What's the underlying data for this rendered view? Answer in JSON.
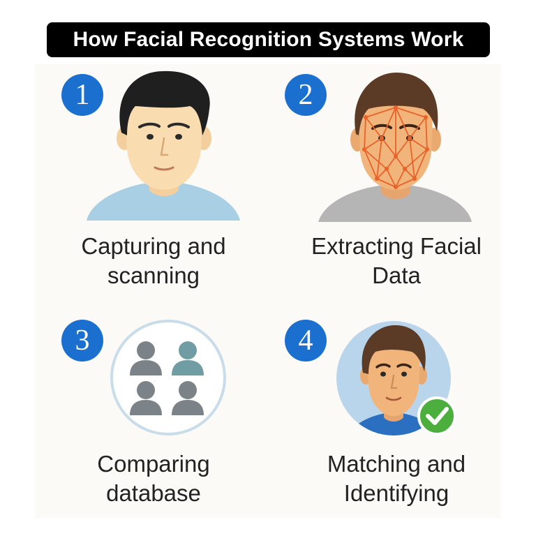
{
  "title": "How Facial Recognition Systems Work",
  "steps": [
    {
      "number": "1",
      "caption_line1": "Capturing and",
      "caption_line2": "scanning",
      "icon": "person-portrait-icon"
    },
    {
      "number": "2",
      "caption_line1": "Extracting Facial",
      "caption_line2": "Data",
      "icon": "face-mesh-icon"
    },
    {
      "number": "3",
      "caption_line1": "Comparing",
      "caption_line2": "database",
      "icon": "database-faces-icon"
    },
    {
      "number": "4",
      "caption_line1": "Matching and",
      "caption_line2": "Identifying",
      "icon": "verified-face-icon"
    }
  ],
  "colors": {
    "badge_blue": "#1a6fcf",
    "mesh_orange": "#e8622a",
    "check_green": "#4caf3d",
    "title_bg": "#000000"
  }
}
